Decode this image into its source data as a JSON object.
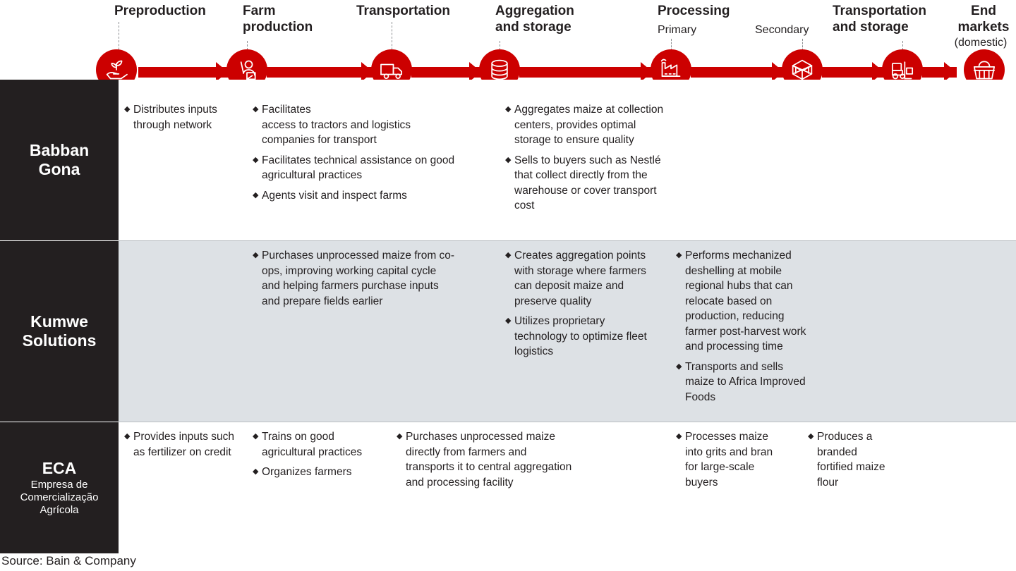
{
  "stages": [
    {
      "id": "preproduction",
      "label": "Preproduction",
      "sub": "",
      "icon": "seedling-in-hand-icon"
    },
    {
      "id": "farm-production",
      "label": "Farm\nproduction",
      "sub": "",
      "icon": "farmer-icon"
    },
    {
      "id": "transportation",
      "label": "Transportation",
      "sub": "",
      "icon": "truck-icon"
    },
    {
      "id": "aggregation",
      "label": "Aggregation\nand storage",
      "sub": "",
      "icon": "silo-icon"
    },
    {
      "id": "processing",
      "label": "Processing",
      "sub": "Primary",
      "icon": "factory-icon"
    },
    {
      "id": "secondary",
      "label": "",
      "sub": "Secondary",
      "icon": "open-box-icon"
    },
    {
      "id": "transport-storage",
      "label": "Transportation\nand storage",
      "sub": "",
      "icon": "forklift-icon"
    },
    {
      "id": "end-markets",
      "label": "End\nmarkets",
      "sub": "(domestic)",
      "icon": "shopping-basket-icon"
    }
  ],
  "rows": [
    {
      "id": "babban-gona",
      "title": "Babban\nGona",
      "subtitle": "",
      "band": "white",
      "cells": [
        {
          "stage": "preproduction",
          "bullets": [
            "Distributes inputs through network"
          ]
        },
        {
          "stage": "farm-production",
          "bullets": [
            "Facilitates\naccess to tractors and logistics companies for transport",
            "Facilitates technical assistance on good agricultural practices",
            "Agents visit and inspect farms"
          ]
        },
        {
          "stage": "aggregation",
          "bullets": [
            "Aggregates maize at collection centers, provides optimal storage to ensure quality",
            "Sells to buyers such as Nestlé that collect directly from the warehouse or cover transport cost"
          ]
        }
      ]
    },
    {
      "id": "kumwe-solutions",
      "title": "Kumwe\nSolutions",
      "subtitle": "",
      "band": "gray",
      "cells": [
        {
          "stage": "farm-production",
          "bullets": [
            "Purchases unprocessed maize from co-ops, improving working capital cycle and helping farmers purchase inputs and prepare fields earlier"
          ]
        },
        {
          "stage": "aggregation",
          "bullets": [
            "Creates aggregation points with storage where farmers can deposit maize and preserve quality",
            "Utilizes proprietary technology to optimize fleet logistics"
          ]
        },
        {
          "stage": "processing",
          "bullets": [
            "Performs mechanized deshelling at mobile regional hubs that can relocate based on production, reducing farmer post-harvest work and processing time",
            "Transports and sells maize to Africa Improved Foods"
          ]
        }
      ]
    },
    {
      "id": "eca",
      "title": "ECA",
      "subtitle": "Empresa de\nComercialização\nAgrícola",
      "band": "white",
      "cells": [
        {
          "stage": "preproduction",
          "bullets": [
            "Provides inputs such as fertilizer on credit"
          ]
        },
        {
          "stage": "farm-production",
          "bullets": [
            "Trains on good agricultural practices",
            "Organizes farmers"
          ]
        },
        {
          "stage": "transportation",
          "bullets": [
            "Purchases unprocessed maize directly from farmers and transports it to central aggregation and processing facility"
          ]
        },
        {
          "stage": "processing",
          "bullets": [
            "Processes maize into grits and bran for large-scale buyers"
          ]
        },
        {
          "stage": "secondary",
          "bullets": [
            "Produces a branded fortified maize flour"
          ]
        }
      ]
    }
  ],
  "footer": {
    "source": "Source: Bain & Company"
  },
  "colors": {
    "brand_red": "#cc0000",
    "dark_panel": "#231f20",
    "row_gray": "#dde1e5",
    "guide_gray": "#8d8f92"
  },
  "bullet_glyph": "◆"
}
